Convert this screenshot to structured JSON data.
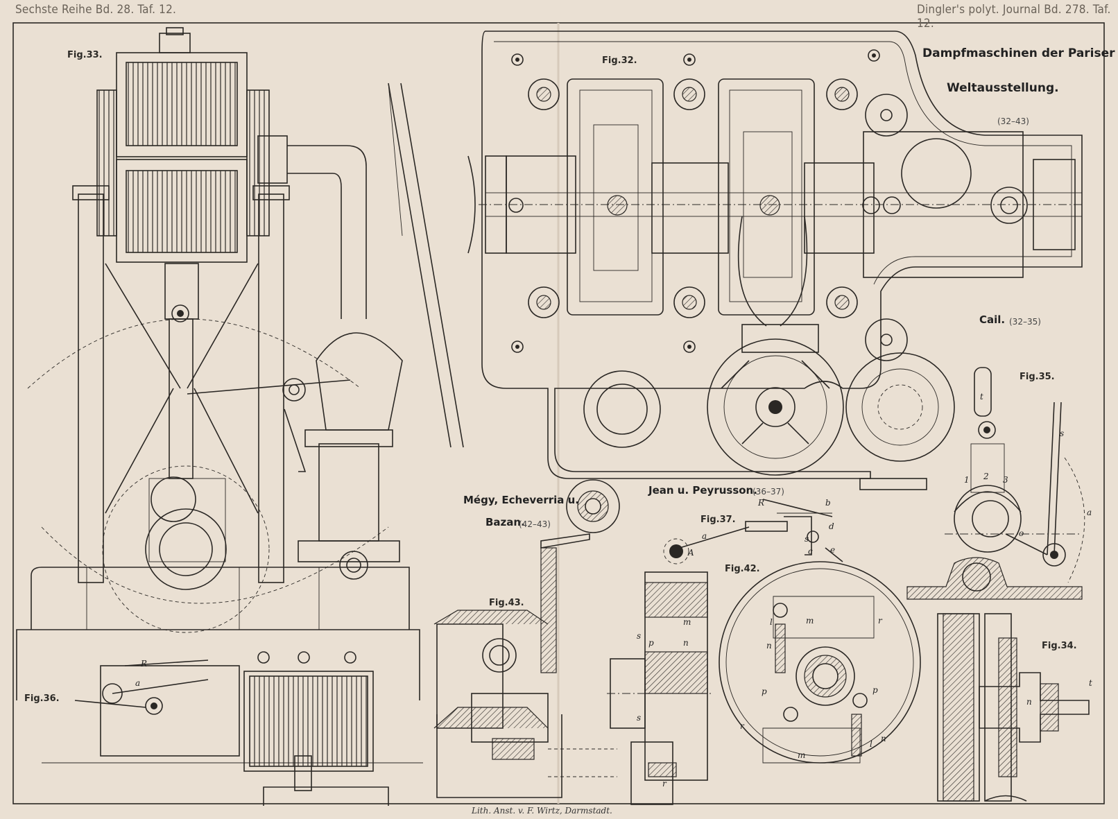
{
  "header": {
    "left": "Sechste Reihe Bd. 28. Taf. 12.",
    "right": "Dingler's polyt. Journal Bd. 278. Taf. 12."
  },
  "title": {
    "line1": "Dampfmaschinen der Pariser",
    "line2": "Weltausstellung.",
    "range": "(32–43)"
  },
  "makers": {
    "cail": "Cail.",
    "cail_range": "(32–35)",
    "jean": "Jean u. Peyrusson.",
    "jean_range": "(36–37)",
    "megy1": "Mégy, Echeverria u.",
    "megy2": "Bazan.",
    "megy_range": "(42–43)"
  },
  "figures": {
    "fig32": "Fig.32.",
    "fig33": "Fig.33.",
    "fig34": "Fig.34.",
    "fig35": "Fig.35.",
    "fig36": "Fig.36.",
    "fig37": "Fig.37.",
    "fig42": "Fig.42.",
    "fig43": "Fig.43."
  },
  "letters": {
    "R": "R",
    "a": "a",
    "b": "b",
    "c": "c",
    "d": "d",
    "e": "e",
    "s": "s",
    "A": "A",
    "t": "t",
    "o": "o",
    "n": "n",
    "m": "m",
    "p": "p",
    "l": "l",
    "r": "r",
    "one": "1",
    "two": "2",
    "three": "3"
  },
  "footer": "Lith. Anst. v. F. Wirtz, Darmstadt.",
  "colors": {
    "paper": "#eae0d3",
    "ink": "#2a2724"
  }
}
